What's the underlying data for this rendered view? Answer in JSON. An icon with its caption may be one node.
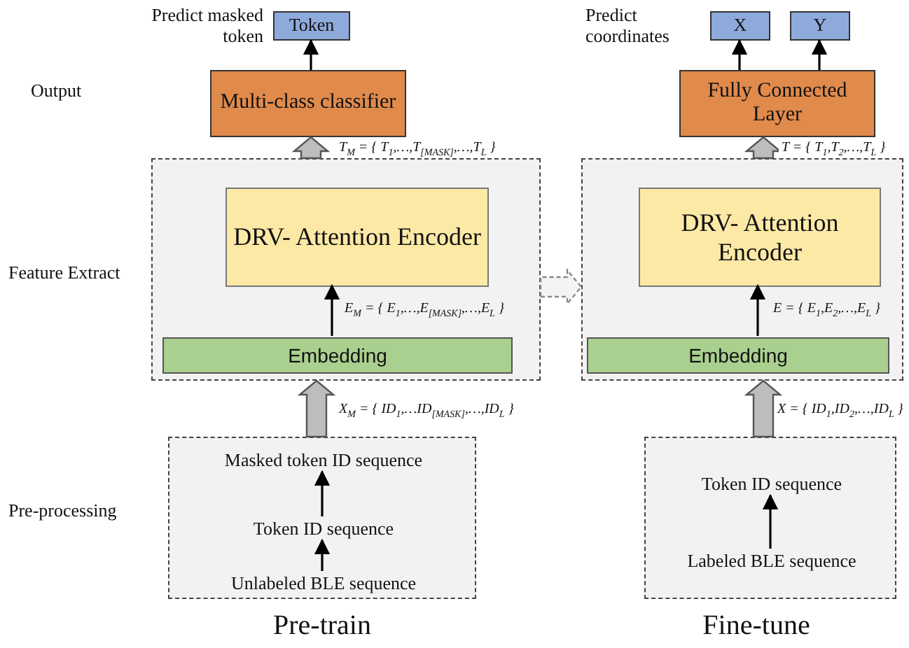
{
  "diagram": {
    "nodes": [
      {
        "text": [
          "Token"
        ]
      },
      {
        "text": [
          "Multi-class classifier"
        ]
      },
      {
        "text": [],
        "shape": "box"
      },
      {
        "text": [
          "DRV- Attention Encoder"
        ],
        "in": 2
      },
      {
        "text": [
          "Embedding"
        ],
        "in": 2
      },
      {
        "text": [],
        "shape": "box"
      },
      {
        "text": [
          "Masked token ID sequence"
        ],
        "in": 5
      },
      {
        "text": [
          "Token ID sequence"
        ],
        "in": 5
      },
      {
        "text": [
          "Unlabeled BLE sequence"
        ],
        "in": 5
      },
      {
        "text": [
          "X"
        ]
      },
      {
        "text": [
          "Y"
        ]
      },
      {
        "text": [
          "Fully Connected Layer"
        ]
      },
      {
        "text": [],
        "shape": "box"
      },
      {
        "text": [
          "DRV- Attention Encoder"
        ],
        "in": 12
      },
      {
        "text": [
          "Embedding"
        ],
        "in": 12
      },
      {
        "text": [],
        "shape": "box"
      },
      {
        "text": [
          "Token ID sequence"
        ],
        "in": 15
      },
      {
        "text": [
          "Labeled BLE sequence"
        ],
        "in": 15
      }
    ],
    "edges": [
      {
        "from": 1,
        "to": 0,
        "arrow": "to"
      },
      {
        "from": 2,
        "to": 1,
        "arrow": "to",
        "style": "thick",
        "label": "T$_{M}$ = { T$_{1}$,…,T$_{[MASK]}$,…,T$_{L}$ }"
      },
      {
        "from": 4,
        "to": 3,
        "arrow": "to",
        "label": "E$_{M}$ = { E$_{1}$,…,E$_{[MASK]}$,…,E$_{L}$ }"
      },
      {
        "from": 5,
        "to": 2,
        "arrow": "to",
        "style": "thick",
        "label": "X$_{M}$ = { ID$_{1}$,…ID$_{[MASK]}$,…,ID$_{L}$ }"
      },
      {
        "from": 7,
        "to": 6,
        "arrow": "to"
      },
      {
        "from": 8,
        "to": 7,
        "arrow": "to"
      },
      {
        "from": 2,
        "to": 12,
        "arrow": "to",
        "style": "dashed"
      },
      {
        "from": 11,
        "to": 9,
        "arrow": "to"
      },
      {
        "from": 11,
        "to": 10,
        "arrow": "to"
      },
      {
        "from": 12,
        "to": 11,
        "arrow": "to",
        "style": "thick",
        "label": "T = { T$_{1}$,T$_{2}$,…,T$_{L}$ }"
      },
      {
        "from": 14,
        "to": 13,
        "arrow": "to",
        "label": "E = { E$_{1}$,E$_{2}$,…,E$_{L}$ }"
      },
      {
        "from": 15,
        "to": 12,
        "arrow": "to",
        "style": "thick",
        "label": "X = { ID$_{1}$,ID$_{2}$,…,ID$_{L}$ }"
      },
      {
        "from": 17,
        "to": 16,
        "arrow": "to"
      }
    ],
    "labels": [
      "Predict masked token",
      "Predict coordinates",
      "Output",
      "Feature Extract",
      "Pre-processing",
      "Pre-train",
      "Fine-tune"
    ]
  }
}
